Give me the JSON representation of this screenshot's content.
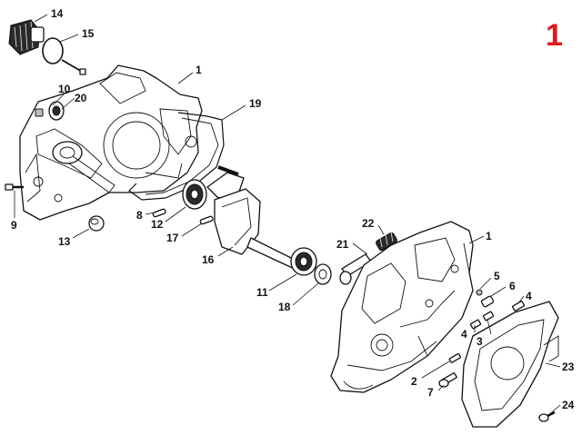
{
  "diagram": {
    "reference_number": "1",
    "callouts": [
      "14",
      "15",
      "1",
      "10",
      "20",
      "19",
      "9",
      "8",
      "12",
      "17",
      "13",
      "16",
      "22",
      "21",
      "1",
      "5",
      "6",
      "4",
      "4",
      "3",
      "11",
      "18",
      "2",
      "7",
      "23",
      "24"
    ]
  },
  "colors": {
    "line": "#111111",
    "reference": "#e01818"
  }
}
